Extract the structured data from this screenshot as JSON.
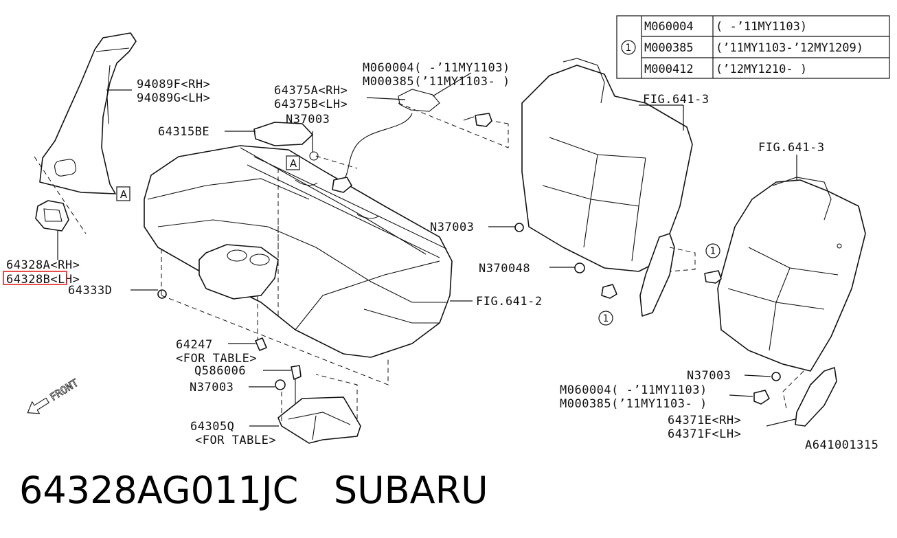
{
  "table": {
    "marker": "1",
    "rows": [
      {
        "part": "M060004",
        "range": "( -’11MY1103)"
      },
      {
        "part": "M000385",
        "range": "(’11MY1103-’12MY1209)"
      },
      {
        "part": "M000412",
        "range": "(’12MY1210- )"
      }
    ]
  },
  "labels": {
    "p94089f": "94089F<RH>",
    "p94089g": "94089G<LH>",
    "p64315be": "64315BE",
    "p64375a": "64375A<RH>",
    "p64375b": "64375B<LH>",
    "m060004_top": "M060004( -’11MY1103)",
    "m000385_top": "M000385(’11MY1103- )",
    "n37003_a": "N37003",
    "n37003_b": "N37003",
    "n370048": "N370048",
    "fig_641_3_a": "FIG.641-3",
    "fig_641_3_b": "FIG.641-3",
    "fig_641_2": "FIG.641-2",
    "p64328a": "64328A<RH>",
    "p64328b": "64328B<LH>",
    "p64333d": "64333D",
    "p64247": "64247",
    "for_table_1": "<FOR TABLE>",
    "q586006": "Q586006",
    "n37003_c": "N37003",
    "p64305q": "64305Q",
    "for_table_2": "<FOR TABLE>",
    "n37003_d": "N37003",
    "m060004_bot": "M060004( -’11MY1103)",
    "m000385_bot": "M000385(’11MY1103- )",
    "p64371e": "64371E<RH>",
    "p64371f": "64371F<LH>",
    "diagram_code": "A641001315",
    "box_a": "A",
    "circle_1": "1",
    "front": "FRONT"
  },
  "highlight_color": "#e02020",
  "caption": {
    "part_number": "64328AG011JC",
    "brand": "SUBARU"
  }
}
